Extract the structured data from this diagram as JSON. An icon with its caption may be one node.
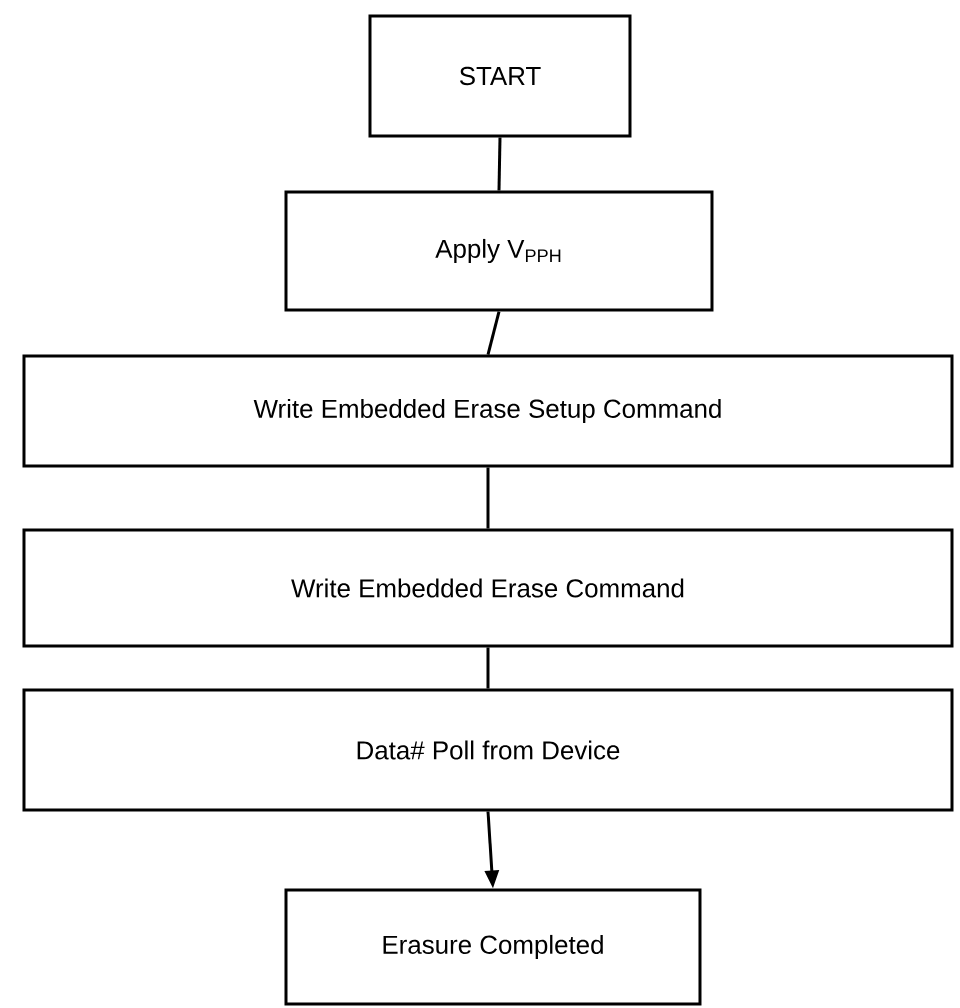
{
  "diagram": {
    "nodes": [
      {
        "text": [
          "START"
        ]
      },
      {
        "text": [
          "Apply V$_{PPH}$"
        ]
      },
      {
        "text": [
          "Write Embedded Erase Setup Command"
        ]
      },
      {
        "text": [
          "Write Embedded Erase Command"
        ]
      },
      {
        "text": [
          "Data# Poll from Device"
        ]
      },
      {
        "text": [
          "Erasure Completed"
        ]
      }
    ],
    "edges": [
      {
        "from": 0,
        "to": 1,
        "arrow": "none"
      },
      {
        "from": 1,
        "to": 2,
        "arrow": "none"
      },
      {
        "from": 2,
        "to": 3,
        "arrow": "none"
      },
      {
        "from": 3,
        "to": 4,
        "arrow": "none"
      },
      {
        "from": 4,
        "to": 5,
        "arrow": "to"
      }
    ]
  }
}
